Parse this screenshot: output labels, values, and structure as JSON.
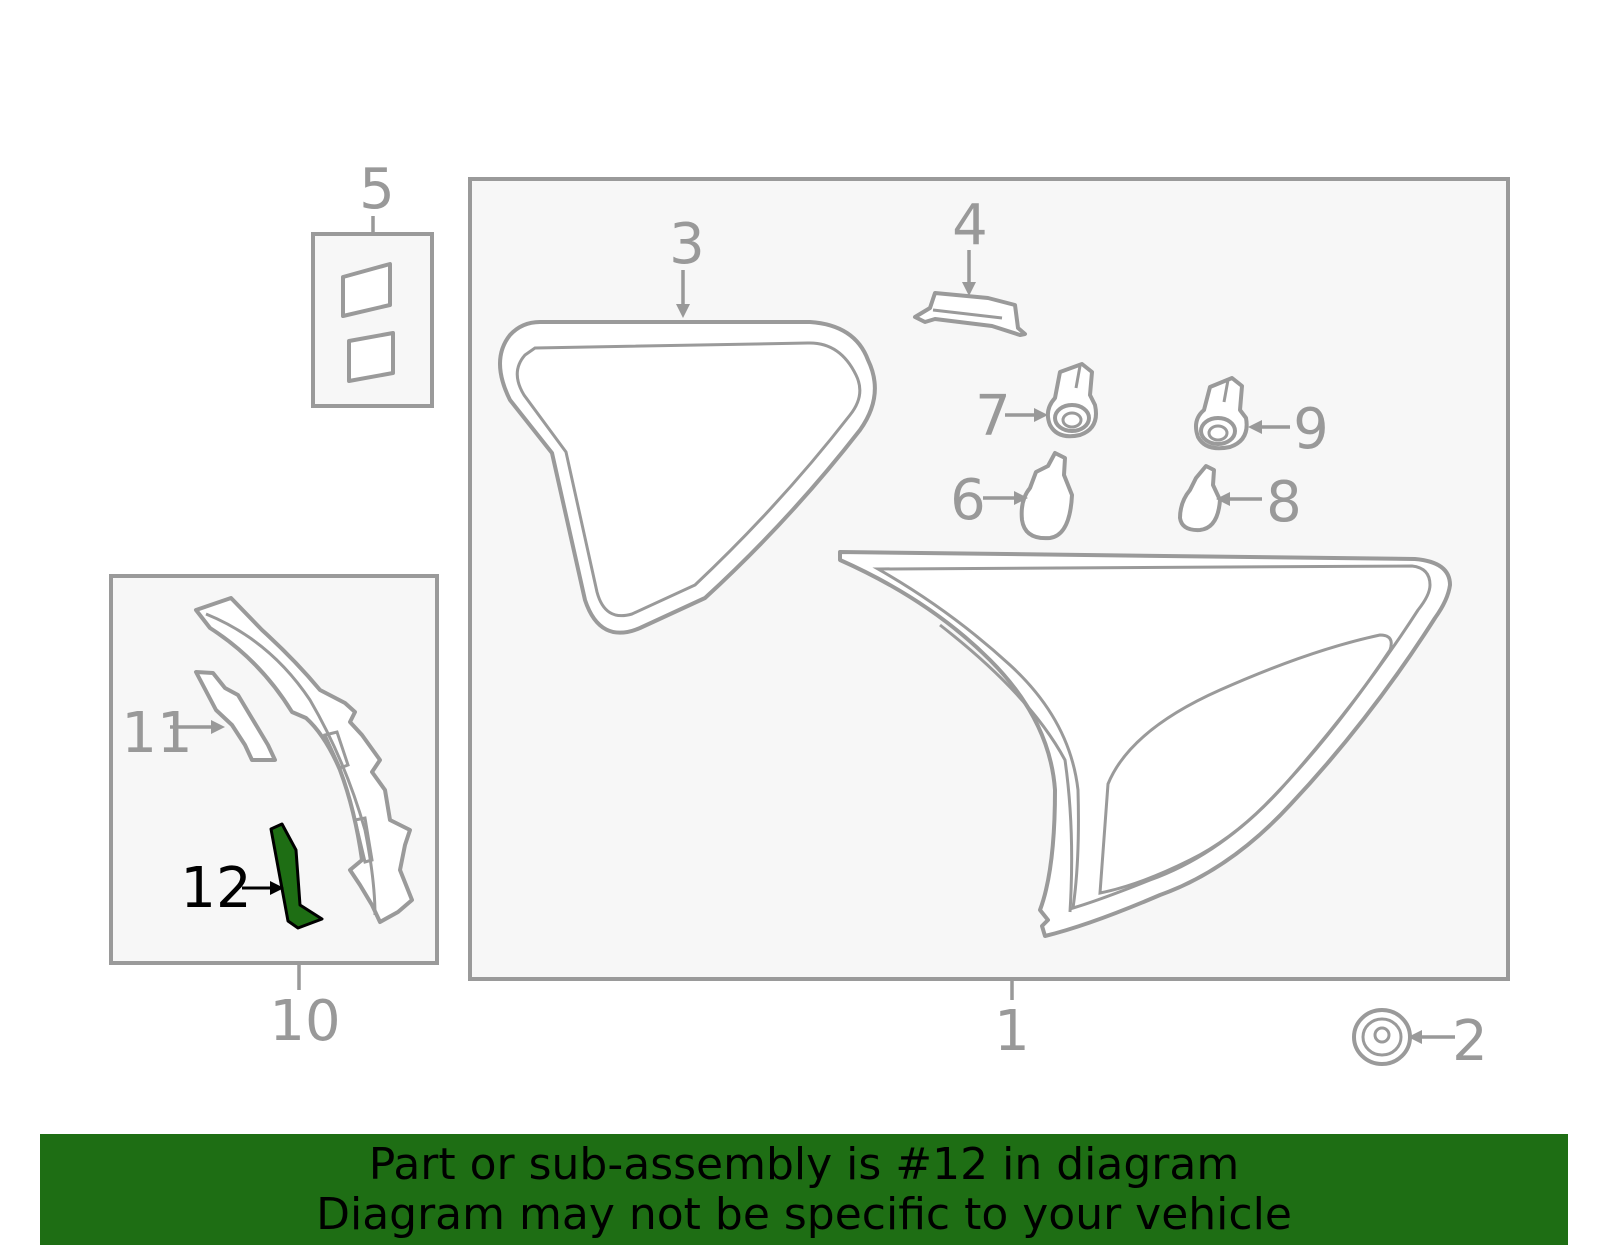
{
  "diagram": {
    "callouts": [
      "1",
      "2",
      "3",
      "4",
      "5",
      "6",
      "7",
      "8",
      "9",
      "10",
      "11",
      "12"
    ],
    "highlighted_part": "12",
    "colors": {
      "highlight": "#1e6e14",
      "line": "#9a9a9a",
      "box_fill": "#f7f7f7",
      "callout_text": "#999999",
      "highlight_text": "#000000"
    }
  },
  "banner": {
    "line1": "Part or sub-assembly is #12 in diagram",
    "line2": "Diagram may not be specific to your vehicle"
  }
}
